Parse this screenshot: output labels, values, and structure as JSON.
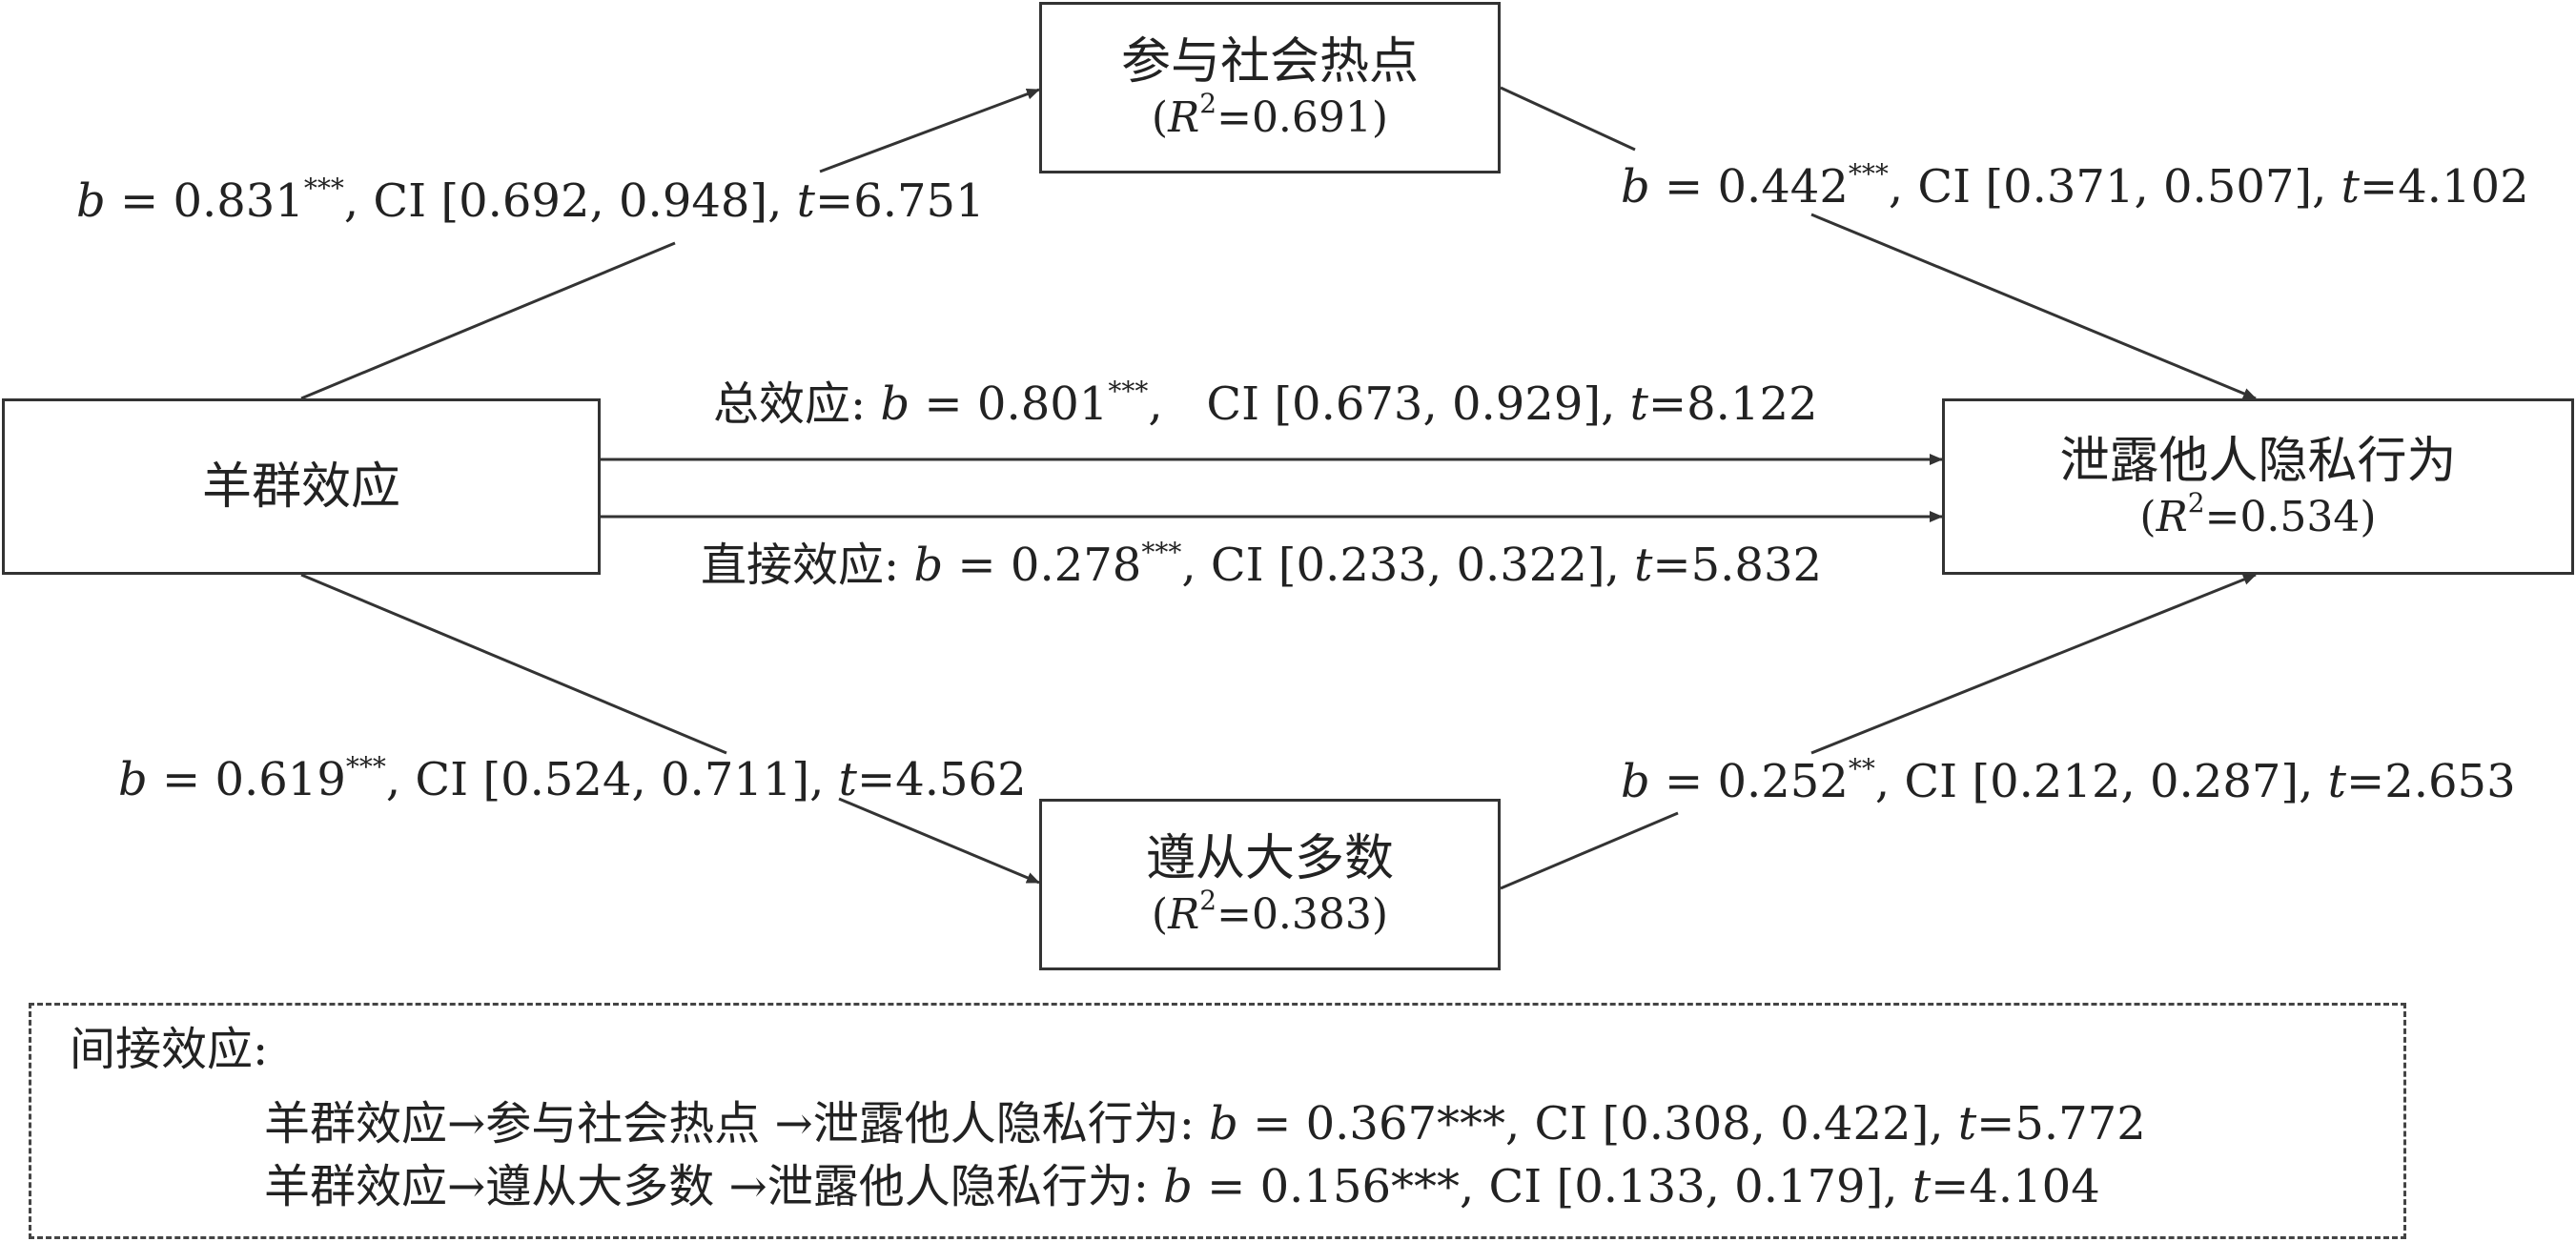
{
  "nodes": {
    "participate": {
      "name": "参与社会热点",
      "r2": "0.691"
    },
    "herd": {
      "name": "羊群效应"
    },
    "leak": {
      "name": "泄露他人隐私行为",
      "r2": "0.534"
    },
    "conform": {
      "name": "遵从大多数",
      "r2": "0.383"
    }
  },
  "paths": {
    "herd_to_participate": {
      "b": "0.831",
      "sig": "***",
      "ci": "[0.692, 0.948]",
      "t": "6.751"
    },
    "participate_to_leak": {
      "b": "0.442",
      "sig": "***",
      "ci": "[0.371, 0.507]",
      "t": "4.102"
    },
    "total": {
      "prefix": "总效应: ",
      "b": "0.801",
      "sig": "***",
      "ci": "[0.673, 0.929]",
      "t": "8.122"
    },
    "direct": {
      "prefix": "直接效应: ",
      "b": "0.278",
      "sig": "***",
      "ci": "[0.233, 0.322]",
      "t": "5.832"
    },
    "herd_to_conform": {
      "b": "0.619",
      "sig": "***",
      "ci": "[0.524, 0.711]",
      "t": "4.562"
    },
    "conform_to_leak": {
      "b": "0.252",
      "sig": "**",
      "ci": "[0.212, 0.287]",
      "t": "2.653"
    }
  },
  "indirect": {
    "title": "间接效应:",
    "line1": "羊群效应→参与社会热点 →泄露他人隐私行为: ",
    "line1_b": "0.367***",
    "line1_ci": "[0.308, 0.422]",
    "line1_t": "5.772",
    "line2": "羊群效应→遵从大多数 →泄露他人隐私行为: ",
    "line2_b": "0.156***",
    "line2_ci": "[0.133, 0.179]",
    "line2_t": "4.104"
  },
  "symbols": {
    "b": "b",
    "t": "t",
    "r": "R",
    "ci": "CI",
    "two": "2"
  }
}
